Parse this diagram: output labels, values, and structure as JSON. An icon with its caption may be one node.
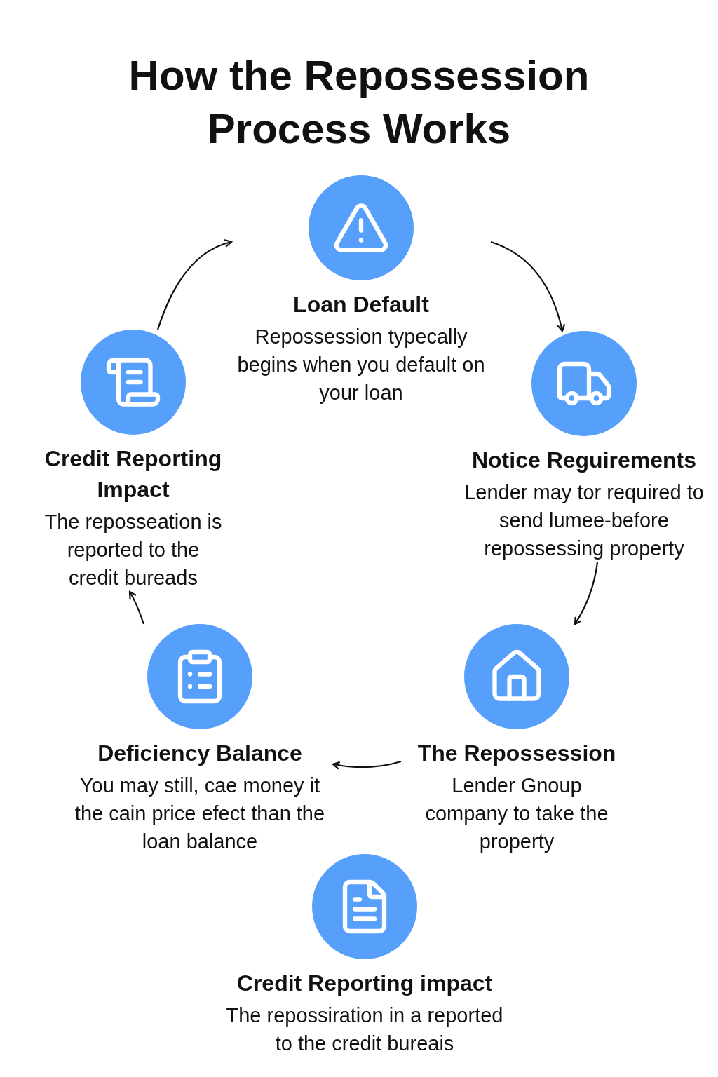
{
  "diagram": {
    "title": "How the Repossession Process Works",
    "nodes": [
      {
        "text": [
          "Loan Default",
          "Repossession typecally begins when you default on your loan"
        ]
      },
      {
        "text": [
          "Credit Reporting Impact",
          "The reposseation is reported to the credit bureads"
        ]
      },
      {
        "text": [
          "Notice Reguirements",
          "Lender may tor required to send lumee-before repossessing property"
        ]
      },
      {
        "text": [
          "Deficiency Balance",
          "You may still, cae money it the cain price efect than the loan balance"
        ]
      },
      {
        "text": [
          "The Repossession",
          "Lender Gnoup company to take the property"
        ]
      },
      {
        "text": [
          "Credit Reporting impact",
          "The repossiration in a reported to the credit bureais"
        ]
      }
    ],
    "edges": [
      {
        "from": 1,
        "to": 0,
        "arrow": "to"
      },
      {
        "from": 0,
        "to": 2,
        "arrow": "to"
      },
      {
        "from": 2,
        "to": 4,
        "arrow": "to"
      },
      {
        "from": 4,
        "to": 3,
        "arrow": "to"
      },
      {
        "from": 3,
        "to": 1,
        "arrow": "to"
      }
    ]
  }
}
